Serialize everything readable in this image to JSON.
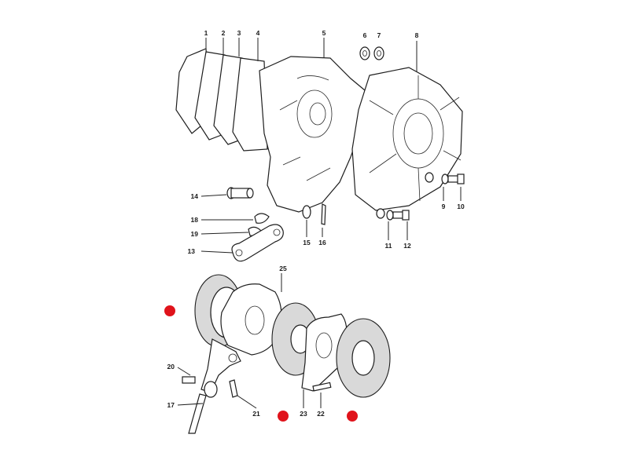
{
  "diagram": {
    "callouts": [
      "1",
      "2",
      "3",
      "4",
      "5",
      "6",
      "7",
      "8",
      "9",
      "10",
      "11",
      "12",
      "13",
      "14",
      "15",
      "16",
      "17",
      "18",
      "19",
      "20",
      "21",
      "22",
      "23",
      "25"
    ],
    "marker_color": "#e0131b",
    "marked_parts": [
      "brake-disc-left",
      "brake-disc-middle",
      "brake-disc-right"
    ]
  }
}
